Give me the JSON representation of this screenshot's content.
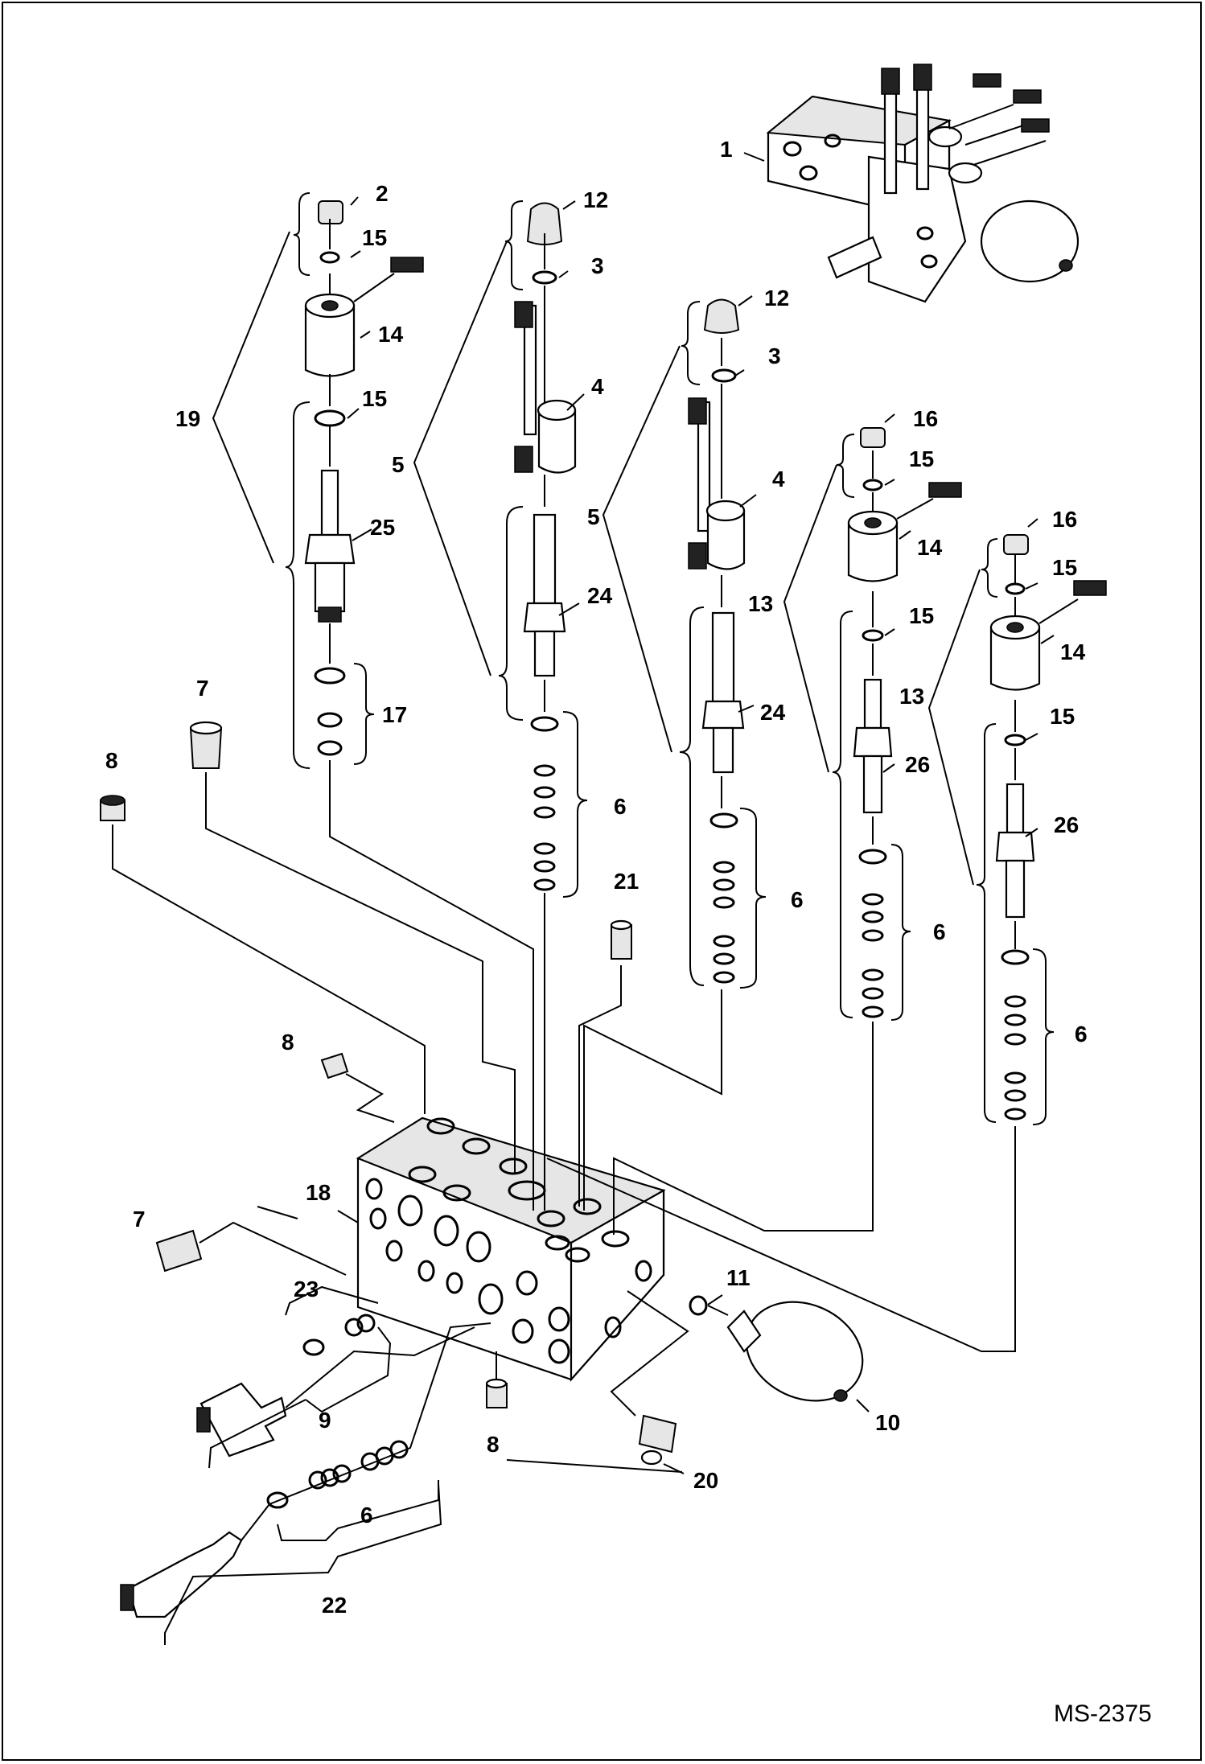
{
  "diagram": {
    "drawing_code": "MS-2375",
    "callouts": [
      "1",
      "2",
      "15",
      "12",
      "3",
      "14",
      "19",
      "15",
      "4",
      "5",
      "12",
      "3",
      "25",
      "5",
      "4",
      "24",
      "16",
      "15",
      "13",
      "14",
      "24",
      "16",
      "15",
      "7",
      "17",
      "15",
      "14",
      "8",
      "6",
      "13",
      "26",
      "15",
      "26",
      "6",
      "21",
      "6",
      "6",
      "8",
      "6",
      "18",
      "7",
      "11",
      "23",
      "9",
      "10",
      "8",
      "20",
      "6",
      "22"
    ]
  }
}
